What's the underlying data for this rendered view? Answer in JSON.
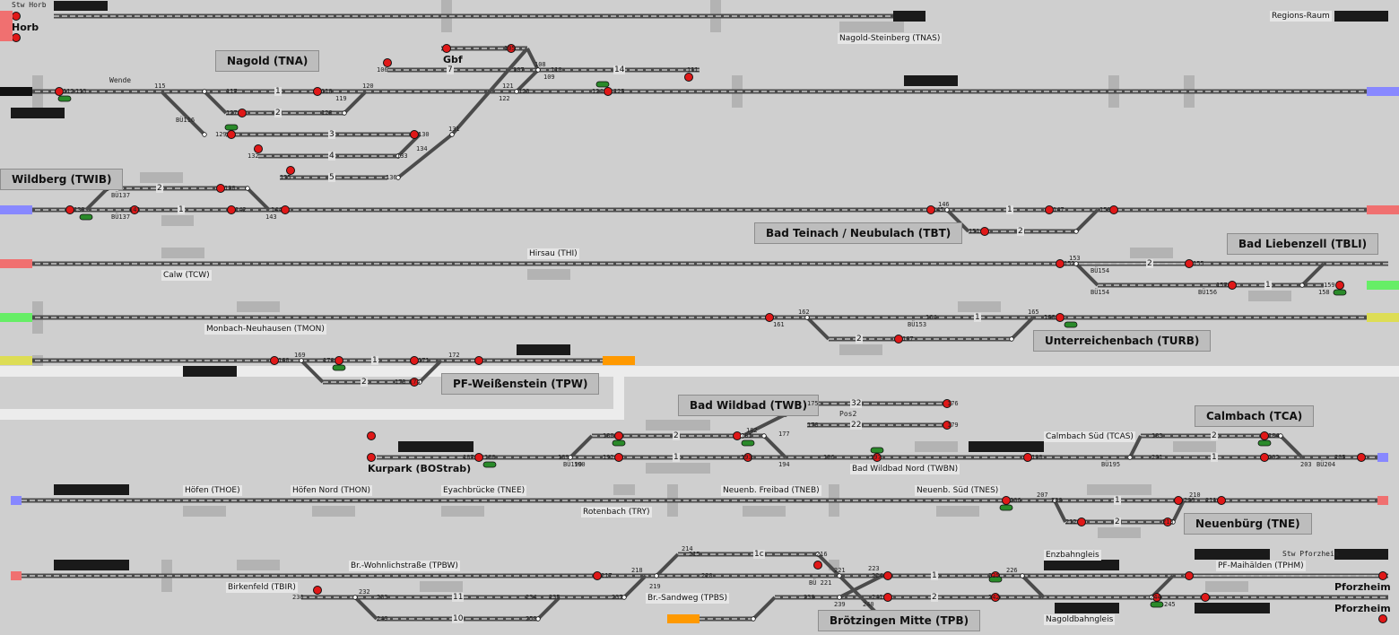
{
  "colors": {
    "bg": "#cfcfcf",
    "track": "#5a5a5a",
    "signal_red": "#e01818",
    "signal_green": "#2a8a2a",
    "edge_red": "#f07070",
    "edge_blue": "#8888ff",
    "edge_green": "#66ee66",
    "edge_yellow": "#dddd55",
    "edge_orange": "#ff9900"
  },
  "top_labels": {
    "stw_horb": "Stw Horb",
    "horb": "Horb",
    "regions_raum": "Regions-Raum",
    "wende": "Wende",
    "gbf": "Gbf",
    "kurpark": "Kurpark (BOStrab)",
    "pforzheim_a": "Pforzheim",
    "pforzheim_b": "Pforzheim",
    "stw_pforzheim": "Stw Pforzheim",
    "pos2": "Pos2"
  },
  "stations": {
    "tna": "Nagold (TNA)",
    "twib": "Wildberg (TWIB)",
    "tbt": "Bad Teinach / Neubulach (TBT)",
    "tbli": "Bad Liebenzell (TBLI)",
    "turb": "Unterreichenbach (TURB)",
    "tpw": "PF-Weißenstein (TPW)",
    "twb": "Bad Wildbad (TWB)",
    "tca": "Calmbach (TCA)",
    "tne": "Neuenbürg (TNE)",
    "tpb": "Brötzingen Mitte (TPB)"
  },
  "stops": {
    "tnas": "Nagold-Steinberg (TNAS)",
    "thi": "Hirsau (THI)",
    "tcw": "Calw (TCW)",
    "tmon": "Monbach-Neuhausen (TMON)",
    "tcas": "Calmbach Süd (TCAS)",
    "twbn": "Bad Wildbad Nord (TWBN)",
    "thoe": "Höfen (THOE)",
    "thon": "Höfen Nord (THON)",
    "tnee": "Eyachbrücke (TNEE)",
    "tneb": "Neuenb. Freibad (TNEB)",
    "tnes": "Neuenb. Süd (TNES)",
    "try": "Rotenbach (TRY)",
    "tpbw": "Br.-Wohnlichstraße (TPBW)",
    "tbir": "Birkenfeld (TBIR)",
    "tpbs": "Br.-Sandweg (TPBS)",
    "tphm": "PF-Maihälden (TPHM)",
    "enzbahn": "Enzbahngleis",
    "nagoldbahn": "Nagoldbahngleis"
  },
  "signal_numbers": {
    "s112": "112",
    "s113": "113",
    "s115": "115",
    "s117": "117",
    "s118": "118",
    "s119": "119",
    "s120": "120",
    "s121": "121",
    "s122": "122",
    "s123": "123",
    "s124": "124",
    "s125": "125",
    "s105": "105",
    "s106": "106",
    "s107": "107",
    "s108": "108",
    "s109": "109",
    "s110": "110",
    "s111": "111",
    "s127": "127",
    "s128": "128",
    "s129": "129",
    "s130": "130",
    "s131": "131",
    "s132": "132",
    "s133": "133",
    "s134": "134",
    "s135": "135",
    "s136": "136",
    "s138": "138",
    "s139": "139",
    "s141": "141",
    "s142": "142",
    "s143": "143",
    "s144": "144",
    "s145": "145",
    "s146": "146",
    "s147": "147",
    "s150": "150",
    "s151": "151",
    "s152": "152",
    "s153": "153",
    "s155": "155",
    "s157": "157",
    "s158": "158",
    "s159": "159",
    "s160": "160",
    "s161": "161",
    "s162": "162",
    "s164": "164",
    "s165": "165",
    "s166": "166",
    "s167": "167",
    "s168": "168",
    "s169": "169",
    "s170": "170",
    "s171": "171",
    "s172": "172",
    "s173": "173",
    "s174": "174",
    "s175": "175",
    "s176": "176",
    "s177": "177",
    "s178": "178",
    "s179": "179",
    "s180": "180",
    "s181": "181",
    "s182": "182",
    "s183": "183",
    "s184": "184",
    "s187": "187",
    "s188": "188",
    "s189": "189",
    "s190": "190",
    "s192": "192",
    "s193": "193",
    "s194": "194",
    "s196": "196",
    "s197": "197",
    "s198": "198",
    "s201": "201",
    "s202": "202",
    "s203": "203",
    "s205": "205",
    "s206": "206",
    "s207": "207",
    "s208": "208",
    "s209": "209",
    "s210": "210",
    "s211": "211",
    "s212": "212",
    "s213": "213",
    "s214": "214",
    "s215": "215",
    "s216": "216",
    "s217": "217",
    "s218": "218",
    "s219": "219",
    "s220": "220",
    "s221": "221",
    "s223": "223",
    "s224": "224",
    "s225": "225",
    "s226": "226",
    "s230": "230",
    "s232": "232",
    "s233": "233",
    "s234": "234",
    "s235": "235",
    "s237": "237",
    "s238": "238",
    "s239": "239",
    "s240": "240",
    "s241": "241",
    "s242": "242",
    "s244": "244",
    "s245": "245",
    "s249": "249",
    "s250": "250"
  },
  "blocks": {
    "bu116": "BÜ116",
    "bu137a": "BÜ137",
    "bu137b": "BÜ137",
    "bu154a": "BÜ154",
    "bu154b": "BÜ154",
    "bu156": "BÜ156",
    "bu153": "BÜ153",
    "bu190": "BÜ190",
    "bu195": "BÜ195",
    "bu204": "BÜ204",
    "bu221": "BÜ 221"
  },
  "track_numbers": {
    "g1a": "1",
    "g2a": "2",
    "g3": "3",
    "g4": "4",
    "g5": "5",
    "g7": "7",
    "g14": "14",
    "g2b": "2",
    "g1b": "1",
    "g1c": "1",
    "g2c": "2",
    "g2d": "2",
    "g1d": "1",
    "g1e": "1",
    "g2e": "2",
    "g1f": "1",
    "g2f": "2",
    "g32": "32",
    "g22": "22",
    "g2g": "2",
    "g1g": "1",
    "g2h": "2",
    "g1h": "1",
    "g1i": "1",
    "g2i": "2",
    "g1c2": "1c",
    "g1j": "1",
    "g2j": "2",
    "g11": "11",
    "g10": "10",
    "g1k": "1",
    "g2k": "2"
  }
}
